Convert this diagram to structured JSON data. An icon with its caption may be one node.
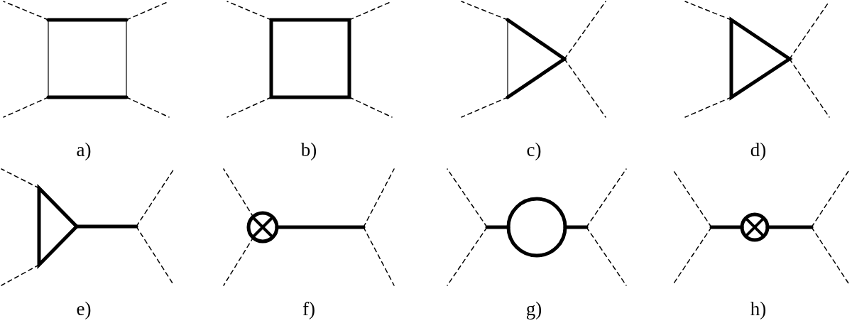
{
  "diagram": {
    "labels": [
      "a)",
      "b)",
      "c)",
      "d)",
      "e)",
      "f)",
      "g)",
      "h)"
    ]
  }
}
